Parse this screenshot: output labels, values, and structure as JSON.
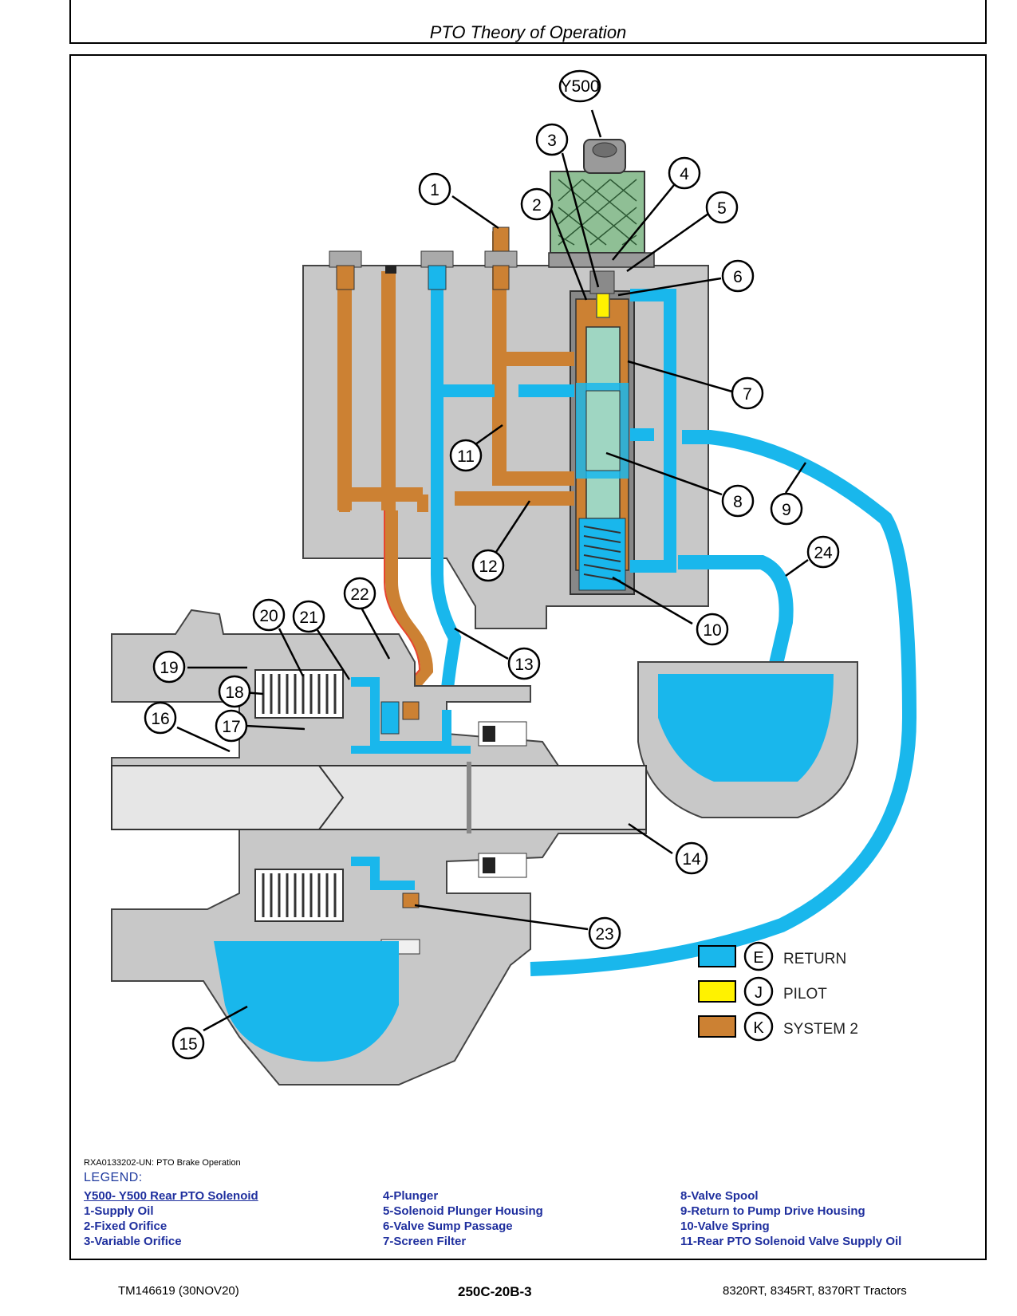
{
  "header": {
    "title": "PTO Theory of Operation"
  },
  "figure": {
    "caption": "RXA0133202-UN: PTO Brake Operation",
    "callouts": [
      "Y500",
      "1",
      "2",
      "3",
      "4",
      "5",
      "6",
      "7",
      "8",
      "9",
      "10",
      "11",
      "12",
      "13",
      "14",
      "15",
      "16",
      "17",
      "18",
      "19",
      "20",
      "21",
      "22",
      "23",
      "24"
    ],
    "key": [
      {
        "letter": "E",
        "label": "RETURN",
        "color": "#19b7ec"
      },
      {
        "letter": "J",
        "label": "PILOT",
        "color": "#fff200"
      },
      {
        "letter": "K",
        "label": "SYSTEM 2",
        "color": "#cc8133"
      }
    ]
  },
  "legend": {
    "title": "LEGEND:",
    "col1": [
      "Y500- Y500 Rear PTO Solenoid",
      "1-Supply Oil",
      "2-Fixed Orifice",
      "3-Variable Orifice"
    ],
    "col2": [
      "4-Plunger",
      "5-Solenoid Plunger Housing",
      "6-Valve Sump Passage",
      "7-Screen Filter"
    ],
    "col3": [
      "8-Valve Spool",
      "9-Return to Pump Drive Housing",
      "10-Valve Spring",
      "11-Rear PTO Solenoid Valve Supply Oil"
    ]
  },
  "footer": {
    "left": "TM146619 (30NOV20)",
    "center": "250C-20B-3",
    "right": "8320RT, 8345RT, 8370RT Tractors"
  }
}
